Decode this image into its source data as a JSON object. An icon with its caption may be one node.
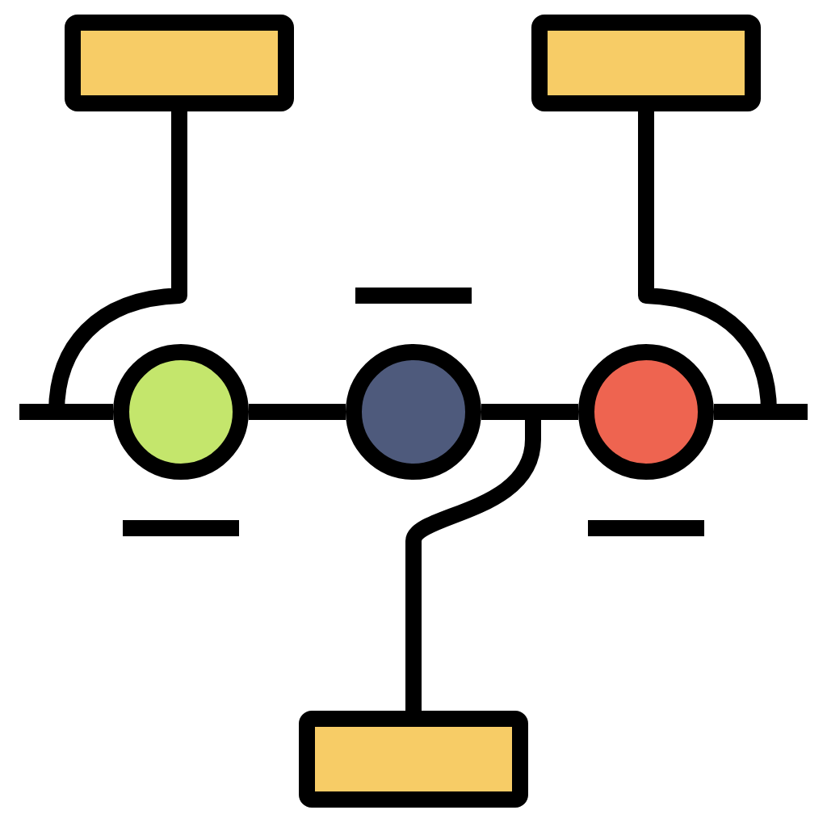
{
  "diagram": {
    "nodes": [
      {
        "text": [],
        "shape": "box"
      },
      {
        "text": [],
        "shape": "box"
      },
      {
        "text": [],
        "shape": "circle"
      },
      {
        "text": [],
        "shape": "circle"
      },
      {
        "text": [],
        "shape": "circle"
      },
      {
        "text": [],
        "shape": "box"
      }
    ],
    "edges": [
      {
        "from": 0,
        "to": 2,
        "arrow": "none"
      },
      {
        "from": 1,
        "to": 4,
        "arrow": "none"
      },
      {
        "from": 2,
        "to": 3,
        "arrow": "none"
      },
      {
        "from": 3,
        "to": 4,
        "arrow": "none"
      },
      {
        "from": 5,
        "to": 4,
        "arrow": "none"
      },
      {
        "from": null,
        "to": 2,
        "arrow": "none"
      },
      {
        "from": null,
        "to": 4,
        "arrow": "none"
      }
    ]
  }
}
